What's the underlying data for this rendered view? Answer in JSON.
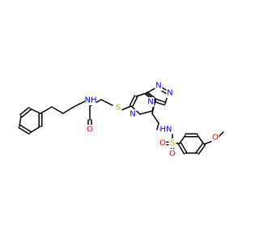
{
  "molecule": {
    "colors": {
      "carbon": "#000000",
      "nitrogen": "#0000ff",
      "oxygen": "#ff0000",
      "sulfur": "#b3b300",
      "background": "#ffffff"
    },
    "atom_labels": {
      "N": "N",
      "NH": "NH",
      "HN": "HN",
      "O": "O",
      "S": "S"
    }
  }
}
